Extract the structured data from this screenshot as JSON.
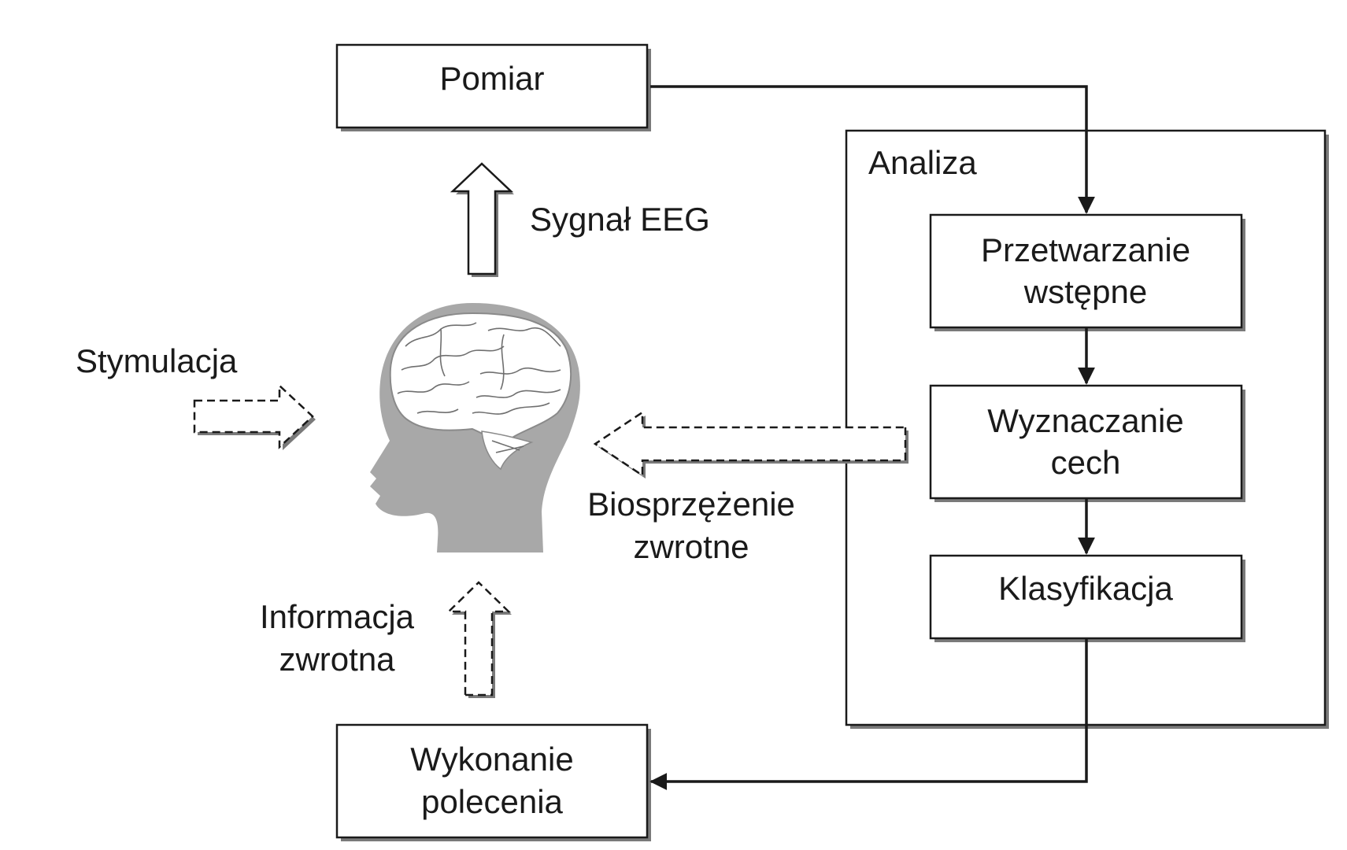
{
  "title": "",
  "nodes": {
    "measurement": {
      "lines": [
        "Pomiar"
      ]
    },
    "analysis_group": {
      "label": "Analiza"
    },
    "preprocessing": {
      "lines": [
        "Przetwarzanie",
        "wstępne"
      ]
    },
    "feature_extraction": {
      "lines": [
        "Wyznaczanie",
        "cech"
      ]
    },
    "classification": {
      "lines": [
        "Klasyfikacja"
      ]
    },
    "command_execution": {
      "lines": [
        "Wykonanie",
        "polecenia"
      ]
    }
  },
  "arrows": {
    "eeg_signal": {
      "label": "Sygnał EEG"
    },
    "stimulation": {
      "label": "Stymulacja"
    },
    "biofeedback": {
      "lines": [
        "Biosprzężenie",
        "zwrotne"
      ]
    },
    "return_info": {
      "lines": [
        "Informacja",
        "zwrotna"
      ]
    }
  },
  "icons": {
    "head": "human-head-with-brain-icon"
  },
  "colors": {
    "box_stroke": "#1a1a1a",
    "box_shadow": "#7a7a7a",
    "head_fill": "#a8a8a8",
    "brain_fill": "#ffffff",
    "text": "#1a1a1a"
  }
}
